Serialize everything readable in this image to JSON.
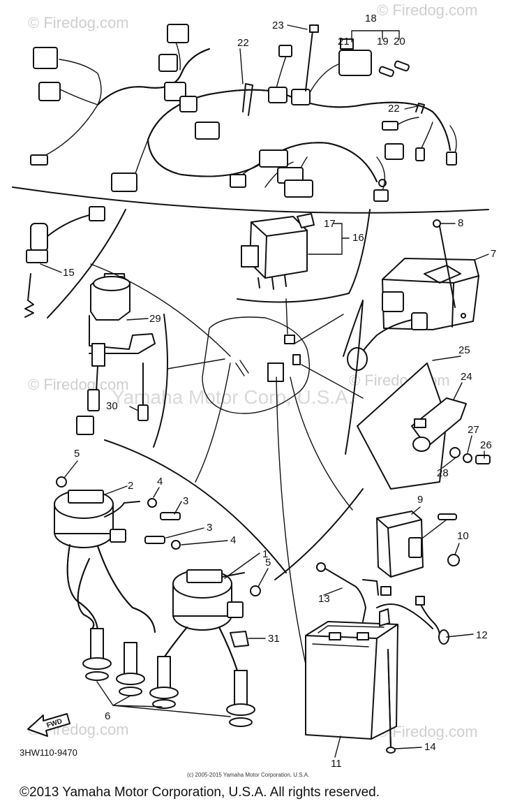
{
  "watermarks": {
    "top_left": "© Firedog.com",
    "top_right": "© Firedog.com",
    "mid_left": "© Firedog.com",
    "mid_right": "© Firedog.com",
    "center": "Yamaha Motor Corp, U.S.A.",
    "bottom_left": "© Firedog.com",
    "bottom_right": "© Firedog.com"
  },
  "diagram_code": "3HW110-9470",
  "fwd_label": "FWD",
  "small_copyright": "(c) 2005-2015 Yamaha Motor Corporation, U.S.A.",
  "copyright": "©2013 Yamaha Motor Corporation, U.S.A. All rights reserved.",
  "callouts": [
    "1",
    "2",
    "3",
    "3",
    "4",
    "4",
    "5",
    "5",
    "6",
    "7",
    "8",
    "9",
    "10",
    "11",
    "12",
    "13",
    "14",
    "15",
    "16",
    "17",
    "18",
    "19",
    "20",
    "21",
    "22",
    "22",
    "23",
    "24",
    "25",
    "26",
    "27",
    "28",
    "29",
    "30",
    "31"
  ]
}
